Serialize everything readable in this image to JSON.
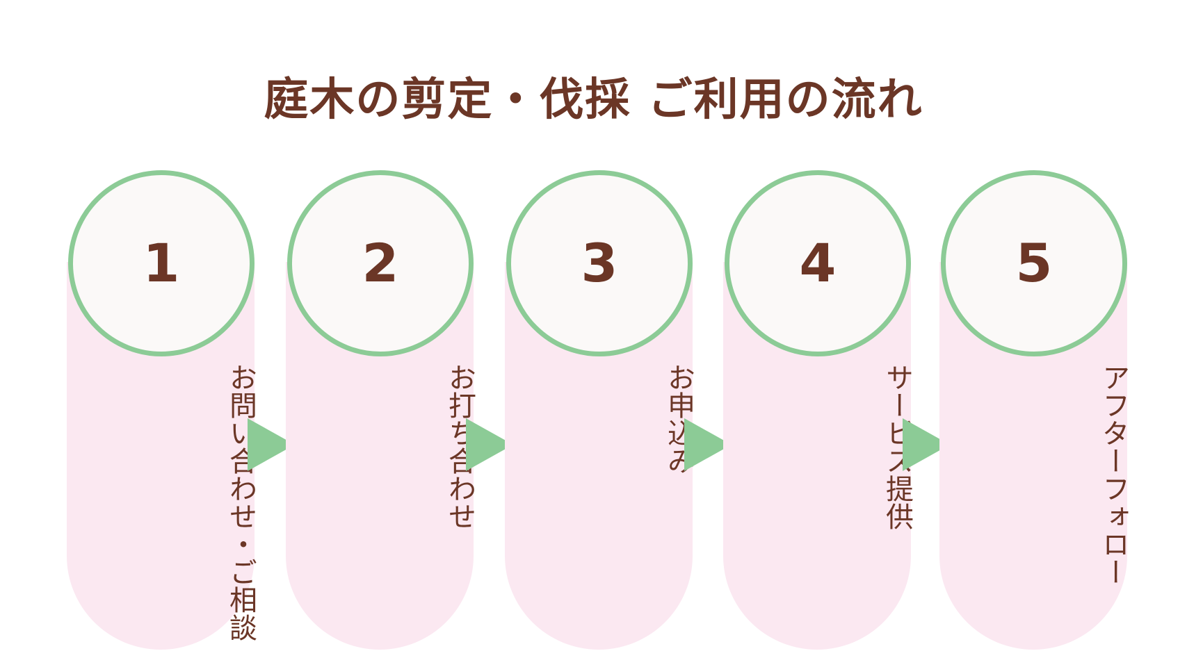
{
  "title": "庭木の剪定・伐採 ご利用の流れ",
  "steps": [
    {
      "number": "1",
      "label": "お問い合わせ・ご相談"
    },
    {
      "number": "2",
      "label": "お打ち合わせ"
    },
    {
      "number": "3",
      "label": "お申込み"
    },
    {
      "number": "4",
      "label": "サービス提供"
    },
    {
      "number": "5",
      "label": "アフターフォロー"
    }
  ],
  "colors": {
    "text": "#6b3626",
    "circle_border": "#8ccb96",
    "circle_fill": "#fbf9f8",
    "pill_fill": "#fbe8f1",
    "arrow": "#8ccb96"
  }
}
